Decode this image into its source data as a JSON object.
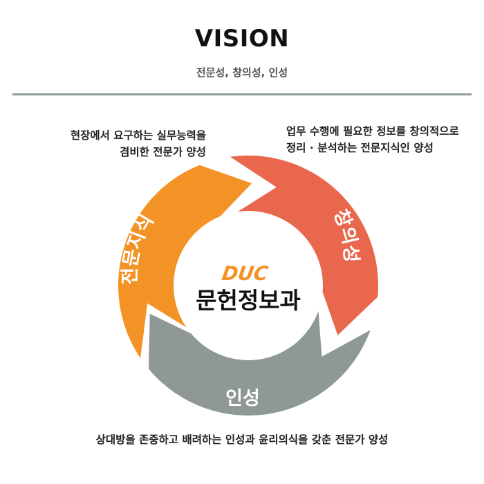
{
  "header": {
    "title": "VISION",
    "subtitle": "전문성, 창의성, 인성"
  },
  "center": {
    "logo": "DUC",
    "name": "문헌정보과"
  },
  "segments": [
    {
      "label": "전문지식",
      "color": "#f39325",
      "description": [
        "현장에서 요구하는 실무능력을",
        "겸비한 전문가 양성"
      ]
    },
    {
      "label": "창의성",
      "color": "#e9674c",
      "description": [
        "업무 수행에 필요한 정보를 창의적으로",
        "정리 · 분석하는 전문지식인 양성"
      ]
    },
    {
      "label": "인성",
      "color": "#8e9896",
      "description": [
        "상대방을 존중하고 배려하는 인성과 윤리의식을 갖춘 전문가 양성"
      ]
    }
  ],
  "colors": {
    "logo": "#f39325",
    "divider": "#8f9a9a"
  }
}
